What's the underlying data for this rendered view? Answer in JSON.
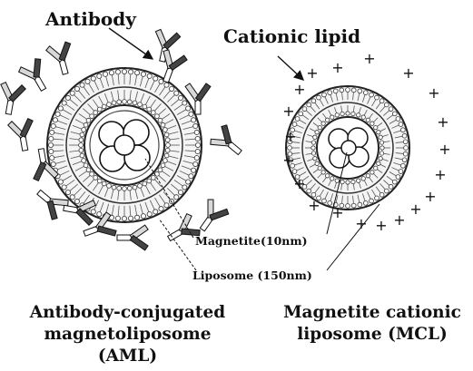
{
  "labels": {
    "antibody": "Antibody",
    "cationic_lipid": "Cationic lipid",
    "magnetite": "Magnetite(10nm)",
    "liposome": "Liposome (150nm)"
  },
  "captions": {
    "aml": [
      "Antibody-conjugated",
      "magnetoliposome",
      "(AML)"
    ],
    "mcl": [
      "Magnetite cationic",
      "liposome (MCL)"
    ]
  },
  "charge_symbol": "+"
}
